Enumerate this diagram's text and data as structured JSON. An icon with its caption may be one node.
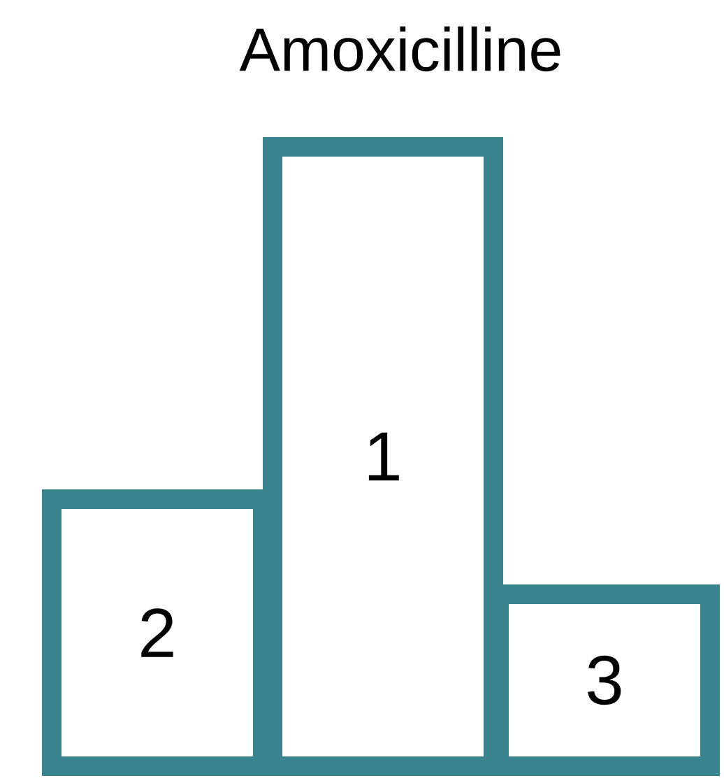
{
  "diagram": {
    "title": "Amoxicilline",
    "nodes": [
      {
        "text": [
          "2"
        ]
      },
      {
        "text": [
          "1"
        ]
      },
      {
        "text": [
          "3"
        ]
      }
    ]
  }
}
